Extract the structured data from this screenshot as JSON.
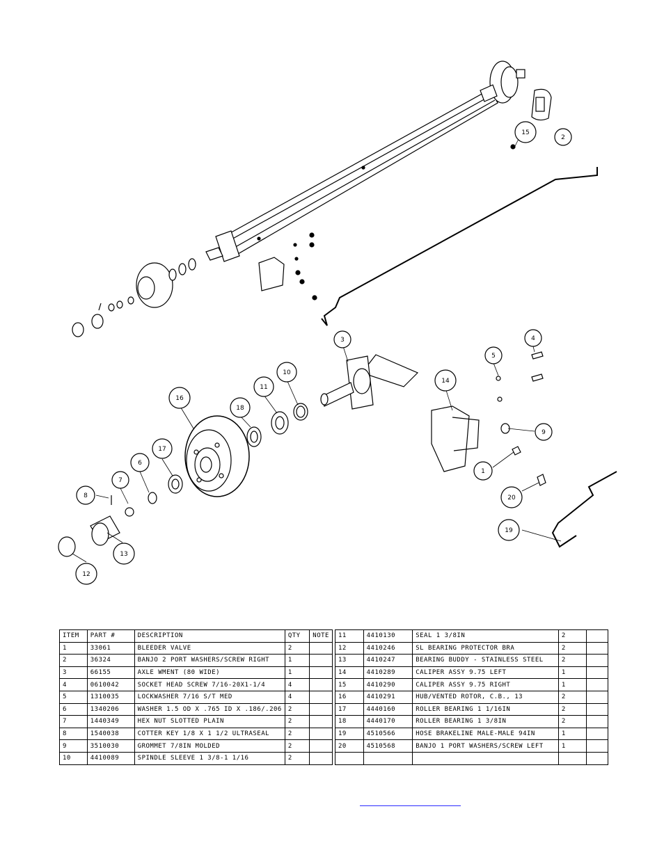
{
  "callouts": [
    "1",
    "2",
    "3",
    "4",
    "5",
    "6",
    "7",
    "8",
    "9",
    "10",
    "11",
    "12",
    "13",
    "14",
    "15",
    "16",
    "17",
    "18",
    "19",
    "20"
  ],
  "parts_table": {
    "headers": {
      "item": "ITEM",
      "part": "PART #",
      "description": "DESCRIPTION",
      "qty": "QTY",
      "note": "NOTE"
    },
    "left_rows": [
      {
        "item": "1",
        "part": "33061",
        "description": "BLEEDER VALVE",
        "qty": "2"
      },
      {
        "item": "2",
        "part": "36324",
        "description": "BANJO 2 PORT WASHERS/SCREW RIGHT",
        "qty": "1"
      },
      {
        "item": "3",
        "part": "66155",
        "description": "AXLE WMENT (80 WIDE)",
        "qty": "1"
      },
      {
        "item": "4",
        "part": "0610042",
        "description": "SOCKET HEAD SCREW 7/16-20X1-1/4",
        "qty": "4"
      },
      {
        "item": "5",
        "part": "1310035",
        "description": "LOCKWASHER 7/16 S/T MED",
        "qty": "4"
      },
      {
        "item": "6",
        "part": "1340206",
        "description": "WASHER 1.5 OD X .765 ID X .186/.206",
        "qty": "2"
      },
      {
        "item": "7",
        "part": "1440349",
        "description": "HEX NUT SLOTTED PLAIN",
        "qty": "2"
      },
      {
        "item": "8",
        "part": "1540038",
        "description": "COTTER KEY 1/8 X 1 1/2 ULTRASEAL",
        "qty": "2"
      },
      {
        "item": "9",
        "part": "3510030",
        "description": "GROMMET  7/8IN MOLDED",
        "qty": "2"
      },
      {
        "item": "10",
        "part": "4410089",
        "description": "SPINDLE SLEEVE  1 3/8-1 1/16",
        "qty": "2"
      }
    ],
    "right_rows": [
      {
        "item": "11",
        "part": "4410130",
        "description": "SEAL  1 3/8IN",
        "qty": "2"
      },
      {
        "item": "12",
        "part": "4410246",
        "description": "SL BEARING PROTECTOR BRA",
        "qty": "2"
      },
      {
        "item": "13",
        "part": "4410247",
        "description": "BEARING BUDDY - STAINLESS STEEL",
        "qty": "2"
      },
      {
        "item": "14",
        "part": "4410289",
        "description": "CALIPER ASSY 9.75 LEFT",
        "qty": "1"
      },
      {
        "item": "15",
        "part": "4410290",
        "description": "CALIPER ASSY 9.75 RIGHT",
        "qty": "1"
      },
      {
        "item": "16",
        "part": "4410291",
        "description": "HUB/VENTED ROTOR, C.B.,  13",
        "qty": "2"
      },
      {
        "item": "17",
        "part": "4440160",
        "description": "ROLLER BEARING   1 1/16IN",
        "qty": "2"
      },
      {
        "item": "18",
        "part": "4440170",
        "description": "ROLLER BEARING   1 3/8IN",
        "qty": "2"
      },
      {
        "item": "19",
        "part": "4510566",
        "description": "HOSE BRAKELINE MALE-MALE 94IN",
        "qty": "1"
      },
      {
        "item": "20",
        "part": "4510568",
        "description": "BANJO 1 PORT WASHERS/SCREW LEFT",
        "qty": "1"
      }
    ]
  }
}
